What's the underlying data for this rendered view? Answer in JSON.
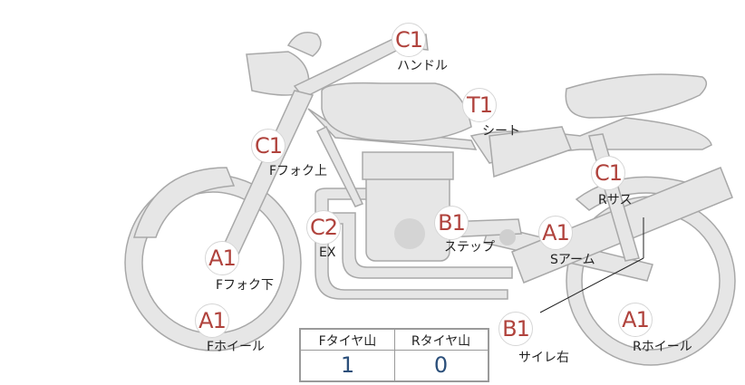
{
  "parts": [
    {
      "id": "handle",
      "grade": "C1",
      "label": "ハンドル"
    },
    {
      "id": "seat",
      "grade": "T1",
      "label": "シート"
    },
    {
      "id": "f-fork-upper",
      "grade": "C1",
      "label": "Fフォク上"
    },
    {
      "id": "r-sus",
      "grade": "C1",
      "label": "Rサス"
    },
    {
      "id": "ex",
      "grade": "C2",
      "label": "EX"
    },
    {
      "id": "step",
      "grade": "B1",
      "label": "ステップ"
    },
    {
      "id": "s-arm",
      "grade": "A1",
      "label": "Sアーム"
    },
    {
      "id": "f-fork-lower",
      "grade": "A1",
      "label": "Fフォク下"
    },
    {
      "id": "f-wheel",
      "grade": "A1",
      "label": "Fホイール"
    },
    {
      "id": "side-right",
      "grade": "B1",
      "label": "サイレ右"
    },
    {
      "id": "r-wheel",
      "grade": "A1",
      "label": "Rホイール"
    }
  ],
  "tread_table": {
    "headers": [
      "Fタイヤ山",
      "Rタイヤ山"
    ],
    "values": [
      "1",
      "0"
    ]
  },
  "colors": {
    "grade_text": "#b0433d",
    "value_text": "#2b4f7a",
    "bike_fill": "#e6e6e6",
    "bike_stroke": "#a8a8a8"
  }
}
